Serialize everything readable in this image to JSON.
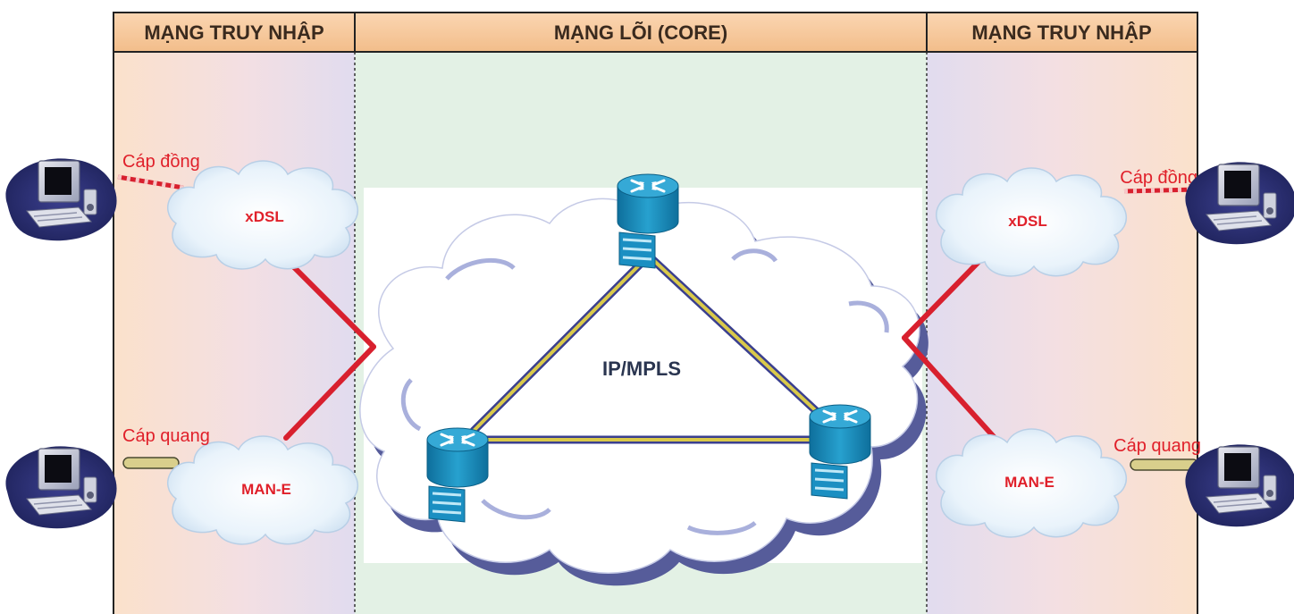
{
  "headers": {
    "left_access": "MẠNG TRUY NHẬP",
    "core": "MẠNG LÕI (CORE)",
    "right_access": "MẠNG TRUY NHẬP"
  },
  "core_cloud": {
    "label": "IP/MPLS"
  },
  "left": {
    "xdsl_cloud": "xDSL",
    "mane_cloud": "MAN-E",
    "copper_cable": "Cáp đồng",
    "fiber_cable": "Cáp quang"
  },
  "right": {
    "xdsl_cloud": "xDSL",
    "mane_cloud": "MAN-E",
    "copper_cable": "Cáp đồng",
    "fiber_cable": "Cáp quang"
  },
  "colors": {
    "access_band_start": "#fbe3cf",
    "access_band_end": "#e5def2",
    "core_band": "#e4f2e6",
    "link_red": "#d8202e",
    "cloud_fill": "#dcebf8",
    "router_body": "#1d8fbf"
  },
  "icons": {
    "pc": "desktop-computer-icon",
    "router": "router-icon"
  }
}
